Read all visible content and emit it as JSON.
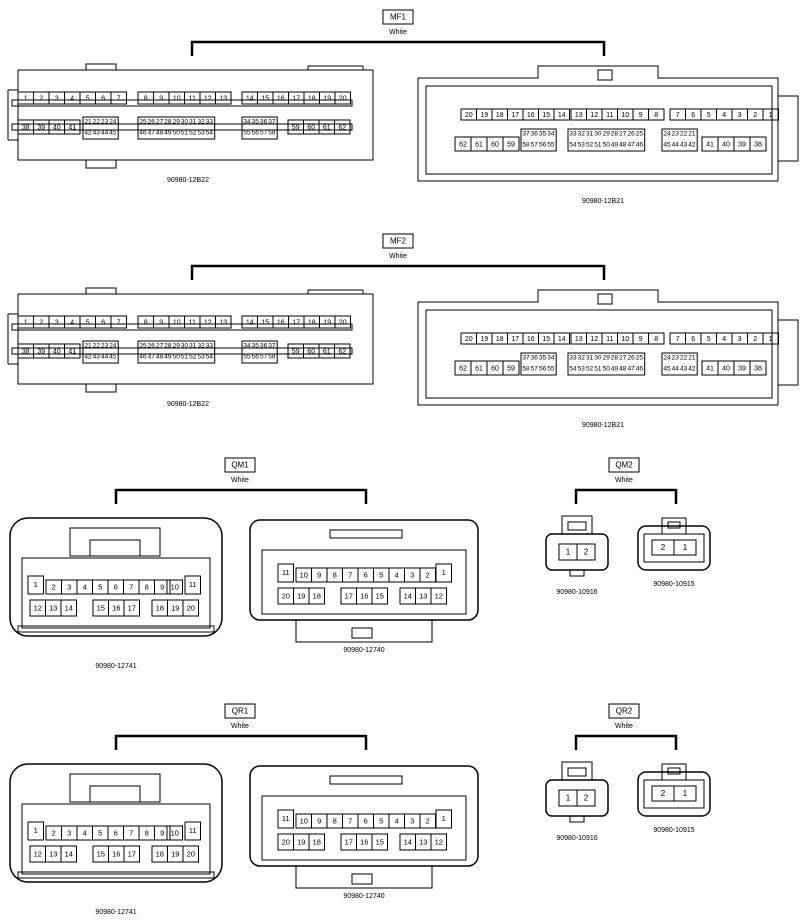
{
  "groups": [
    {
      "id": "mf1",
      "name": "MF1",
      "color": "White",
      "connectors": [
        {
          "part": "90980-12B22",
          "kind": "large-m"
        },
        {
          "part": "90980-12B21",
          "kind": "large-f"
        }
      ]
    },
    {
      "id": "mf2",
      "name": "MF2",
      "color": "White",
      "connectors": [
        {
          "part": "90980-12B22",
          "kind": "large-m"
        },
        {
          "part": "90980-12B21",
          "kind": "large-f"
        }
      ]
    },
    {
      "id": "qm1",
      "name": "QM1",
      "color": "White",
      "connectors": [
        {
          "part": "90980-12741",
          "kind": "mid-a"
        },
        {
          "part": "90980-12740",
          "kind": "mid-b"
        }
      ]
    },
    {
      "id": "qm2",
      "name": "QM2",
      "color": "White",
      "connectors": [
        {
          "part": "90980-10916",
          "kind": "small-a"
        },
        {
          "part": "90980-10915",
          "kind": "small-b"
        }
      ]
    },
    {
      "id": "qr1",
      "name": "QR1",
      "color": "White",
      "connectors": [
        {
          "part": "90980-12741",
          "kind": "mid-a"
        },
        {
          "part": "90980-12740",
          "kind": "mid-b"
        }
      ]
    },
    {
      "id": "qr2",
      "name": "QR2",
      "color": "White",
      "connectors": [
        {
          "part": "90980-10916",
          "kind": "small-a"
        },
        {
          "part": "90980-10915",
          "kind": "small-b"
        }
      ]
    }
  ],
  "pin_labels": {
    "large_m": {
      "row1": [
        "1",
        "2",
        "3",
        "4",
        "5",
        "6",
        "7",
        "8",
        "9",
        "10",
        "11",
        "12",
        "13",
        "14",
        "15",
        "16",
        "17",
        "18",
        "19",
        "20"
      ],
      "row2": [
        "38",
        "39",
        "40",
        "41",
        "21",
        "22",
        "23",
        "24",
        "42",
        "43",
        "44",
        "45",
        "25",
        "26",
        "27",
        "28",
        "29",
        "30",
        "31",
        "32",
        "33",
        "46",
        "47",
        "48",
        "49",
        "50",
        "51",
        "52",
        "53",
        "54",
        "34",
        "35",
        "36",
        "37",
        "55",
        "56",
        "57",
        "58",
        "59",
        "60",
        "61",
        "62"
      ]
    },
    "large_f": {
      "row1": [
        "20",
        "19",
        "18",
        "17",
        "16",
        "15",
        "14",
        "13",
        "12",
        "11",
        "10",
        "9",
        "8",
        "7",
        "6",
        "5",
        "4",
        "3",
        "2",
        "1"
      ],
      "row2": [
        "37",
        "36",
        "35",
        "34",
        "33",
        "32",
        "31",
        "30",
        "29",
        "28",
        "27",
        "26",
        "25",
        "24",
        "23",
        "22",
        "21"
      ],
      "row3": [
        "62",
        "61",
        "60",
        "59",
        "58",
        "57",
        "56",
        "55",
        "54",
        "53",
        "52",
        "51",
        "50",
        "49",
        "48",
        "47",
        "46",
        "45",
        "44",
        "43",
        "42",
        "41",
        "40",
        "39",
        "38"
      ]
    },
    "mid_a": [
      "1",
      "2",
      "3",
      "4",
      "5",
      "6",
      "7",
      "8",
      "9",
      "10",
      "11",
      "12",
      "13",
      "14",
      "15",
      "16",
      "17",
      "18",
      "19",
      "20"
    ],
    "mid_b": [
      "11",
      "10",
      "9",
      "8",
      "7",
      "6",
      "5",
      "4",
      "3",
      "2",
      "1",
      "20",
      "19",
      "18",
      "17",
      "16",
      "15",
      "14",
      "13",
      "12"
    ],
    "small_a": [
      "1",
      "2"
    ],
    "small_b": [
      "2",
      "1"
    ]
  }
}
